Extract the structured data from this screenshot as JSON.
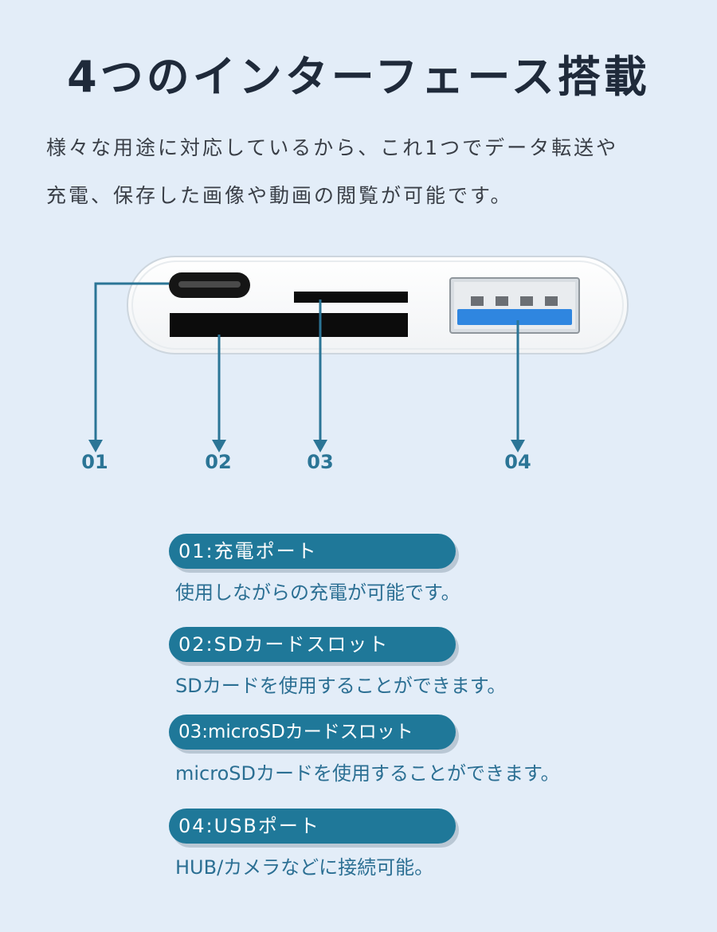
{
  "header": {
    "title": "4つのインターフェース搭載",
    "description_line1": "様々な用途に対応しているから、これ1つでデータ転送や",
    "description_line2": "充電、保存した画像や動画の閲覧が可能です。"
  },
  "diagram": {
    "labels": [
      "01",
      "02",
      "03",
      "04"
    ],
    "colors": {
      "line": "#2b7596",
      "body": "#ffffff",
      "slot": "#0c0c0c",
      "usb_blue": "#2f86e0"
    }
  },
  "features": [
    {
      "title": "01:充電ポート",
      "description": "使用しながらの充電が可能です。"
    },
    {
      "title": "02:SDカードスロット",
      "description": "SDカードを使用することができます。"
    },
    {
      "title": "03:microSDカードスロット",
      "description": "microSDカードを使用することができます。"
    },
    {
      "title": "04:USBポート",
      "description": "HUB/カメラなどに接続可能。"
    }
  ]
}
